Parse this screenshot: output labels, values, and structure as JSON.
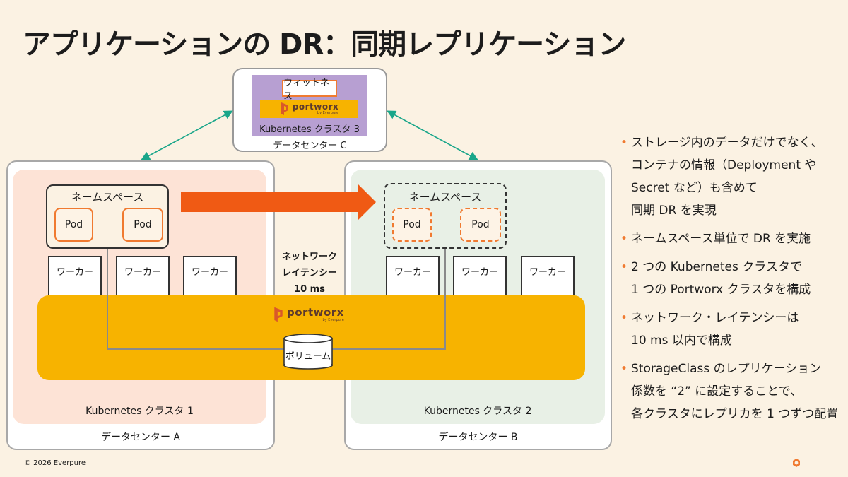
{
  "title": "アプリケーションの DR：同期レプリケーション",
  "diagram": {
    "datacenter_c": {
      "witness_label": "ウィットネス",
      "portworx_logo": "portworx",
      "portworx_sub": "by Everpure",
      "cluster_label": "Kubernetes クラスタ 3",
      "label": "データセンター C"
    },
    "datacenter_a": {
      "label": "データセンター A",
      "cluster_label": "Kubernetes クラスタ 1",
      "namespace_label": "ネームスペース",
      "pods": [
        "Pod",
        "Pod"
      ],
      "workers": [
        "ワーカー",
        "ワーカー",
        "ワーカー"
      ]
    },
    "datacenter_b": {
      "label": "データセンター B",
      "cluster_label": "Kubernetes クラスタ 2",
      "namespace_label": "ネームスペース",
      "pods": [
        "Pod",
        "Pod"
      ],
      "workers": [
        "ワーカー",
        "ワーカー",
        "ワーカー"
      ]
    },
    "latency": {
      "line1": "ネットワーク",
      "line2": "レイテンシー",
      "line3": "10 ms"
    },
    "portworx_band": {
      "logo": "portworx",
      "sub": "by Everpure",
      "volume_label": "ボリューム"
    },
    "colors": {
      "accent_orange": "#f05a14",
      "portworx_yellow": "#f7b300",
      "teal_arrow": "#1aa68a",
      "witness_purple": "#b79fd2"
    }
  },
  "bullets": [
    [
      "ストレージ内のデータだけでなく、",
      "コンテナの情報（Deployment や",
      "Secret など）も含めて",
      "同期 DR を実現"
    ],
    [
      "ネームスペース単位で DR を実施"
    ],
    [
      "2 つの Kubernetes クラスタで",
      "1 つの Portworx クラスタを構成"
    ],
    [
      "ネットワーク・レイテンシーは",
      "10 ms 以内で構成"
    ],
    [
      "StorageClass のレプリケーション",
      "係数を “2” に設定することで、",
      "各クラスタにレプリカを 1 つずつ配置"
    ]
  ],
  "footer": {
    "copyright": "© 2026 Everpure",
    "logo_icon": "everpure-logo-icon"
  }
}
